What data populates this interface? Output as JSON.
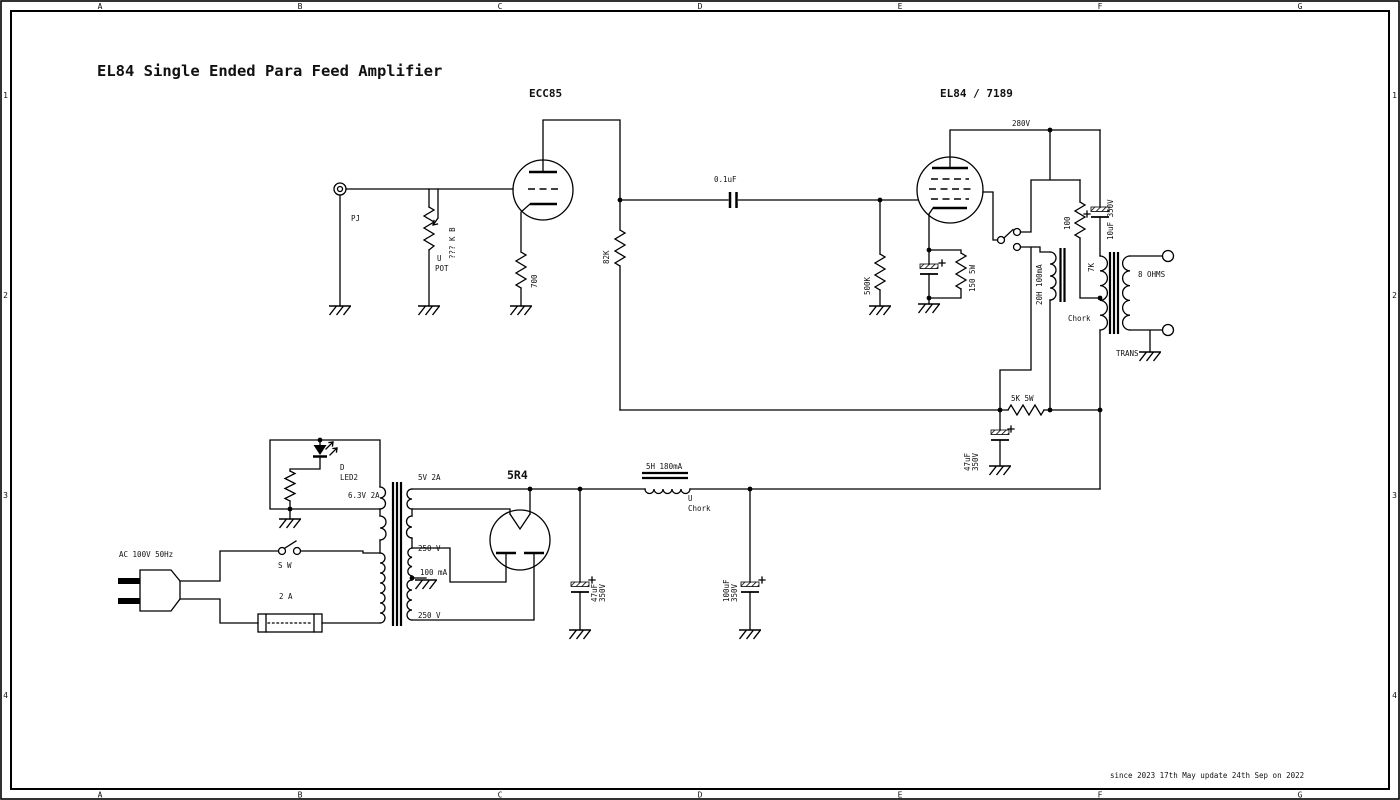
{
  "frame": {
    "col_labels": [
      "A",
      "B",
      "C",
      "D",
      "E",
      "F",
      "G"
    ],
    "row_labels": [
      "1",
      "2",
      "3",
      "4"
    ]
  },
  "header": {
    "title": "EL84 Single Ended Para Feed Amplifier"
  },
  "footer": {
    "note": "since 2023 17th May  update 24th Sep on 2022"
  },
  "input_stage": {
    "tube": "ECC85",
    "jack": "PJ",
    "pot_value": "??? K B",
    "pot_l1": "U",
    "pot_l2": "POT",
    "cathode_r": "700",
    "plate_r": "82K",
    "coupling_cap": "0.1uF"
  },
  "output_stage": {
    "tube": "EL84 / 7189",
    "grid_r": "500K",
    "cathode_r": "150 5W",
    "supply": "280V",
    "snubber_r": "100",
    "parafeed_cap": "10uF 350V",
    "choke": "20H 100mA",
    "choke_name": "Chork",
    "primary": "7K",
    "secondary": "8 OHMS",
    "transformer_name": "TRANS",
    "dropper_r": "5K 5W",
    "decouple_cap_l1": "47uF",
    "decouple_cap_l2": "350V"
  },
  "power_supply": {
    "ac": "AC 100V 50Hz",
    "switch": "S W",
    "fuse": "2 A",
    "led_ref": "D",
    "led_name": "LED2",
    "heater": "6.3V 2A",
    "rect_heater": "5V 2A",
    "hv_top": "250 V",
    "hv_ma": "100 mA",
    "hv_bottom": "250 V",
    "rectifier": "5R4",
    "cap1_l1": "47uF",
    "cap1_l2": "350V",
    "choke": "5H 180mA",
    "choke_name_l1": "U",
    "choke_name_l2": "Chork",
    "cap2_l1": "100uF",
    "cap2_l2": "350V"
  }
}
